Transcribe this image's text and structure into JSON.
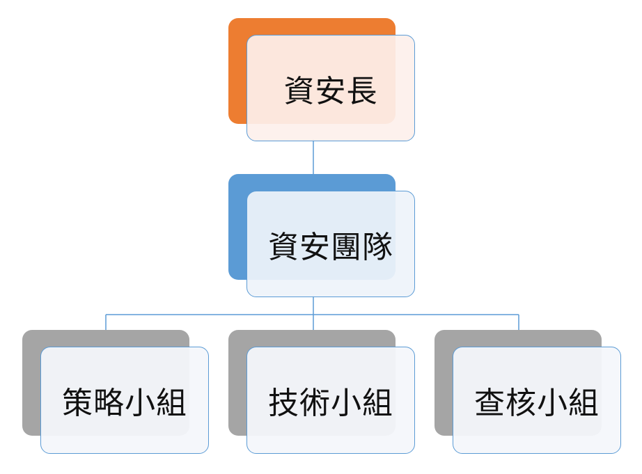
{
  "diagram": {
    "colors": {
      "connector": "#5b9bd5",
      "ciso_shadow": "#ed7d31",
      "team_shadow": "#5b9bd5",
      "group_shadow": "#a5a5a5",
      "box_border": "#5b9bd5"
    },
    "nodes": {
      "ciso": {
        "label": "資安長"
      },
      "team": {
        "label": "資安團隊"
      },
      "strategy": {
        "label": "策略小組"
      },
      "technical": {
        "label": "技術小組"
      },
      "audit": {
        "label": "查核小組"
      }
    }
  }
}
